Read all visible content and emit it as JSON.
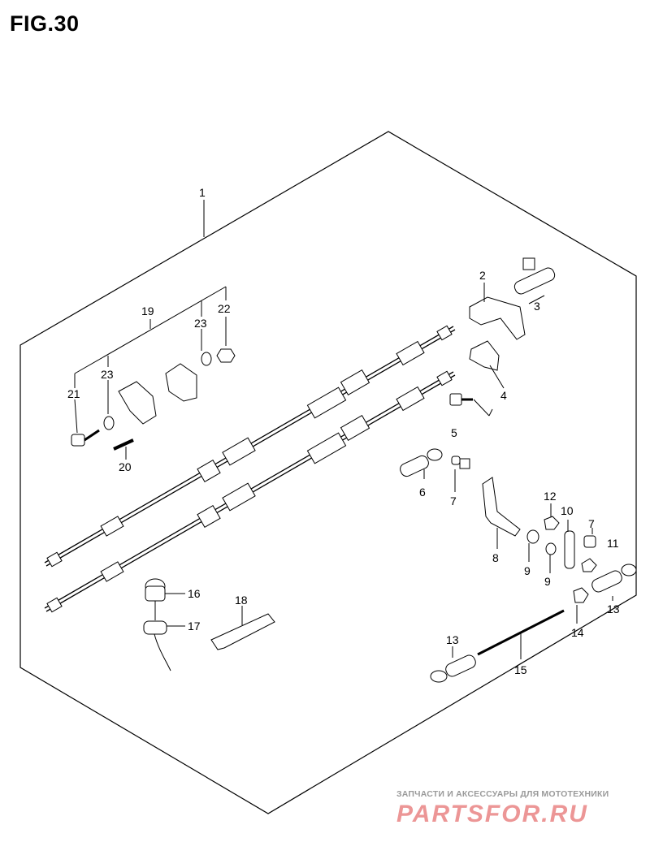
{
  "figure": {
    "title": "FIG.30"
  },
  "callouts": [
    {
      "id": "1",
      "label": "1"
    },
    {
      "id": "2",
      "label": "2"
    },
    {
      "id": "3",
      "label": "3"
    },
    {
      "id": "4",
      "label": "4"
    },
    {
      "id": "5",
      "label": "5"
    },
    {
      "id": "6",
      "label": "6"
    },
    {
      "id": "7a",
      "label": "7"
    },
    {
      "id": "7b",
      "label": "7"
    },
    {
      "id": "8",
      "label": "8"
    },
    {
      "id": "9a",
      "label": "9"
    },
    {
      "id": "9b",
      "label": "9"
    },
    {
      "id": "10",
      "label": "10"
    },
    {
      "id": "11",
      "label": "11"
    },
    {
      "id": "12",
      "label": "12"
    },
    {
      "id": "13a",
      "label": "13"
    },
    {
      "id": "13b",
      "label": "13"
    },
    {
      "id": "14",
      "label": "14"
    },
    {
      "id": "15",
      "label": "15"
    },
    {
      "id": "16",
      "label": "16"
    },
    {
      "id": "17",
      "label": "17"
    },
    {
      "id": "18",
      "label": "18"
    },
    {
      "id": "19",
      "label": "19"
    },
    {
      "id": "20",
      "label": "20"
    },
    {
      "id": "21",
      "label": "21"
    },
    {
      "id": "22",
      "label": "22"
    },
    {
      "id": "23a",
      "label": "23"
    },
    {
      "id": "23b",
      "label": "23"
    }
  ],
  "watermark": {
    "caption": "ЗАПЧАСТИ И АКСЕССУАРЫ ДЛЯ МОТОТЕХНИКИ",
    "logo": "PARTSFOR.RU"
  }
}
